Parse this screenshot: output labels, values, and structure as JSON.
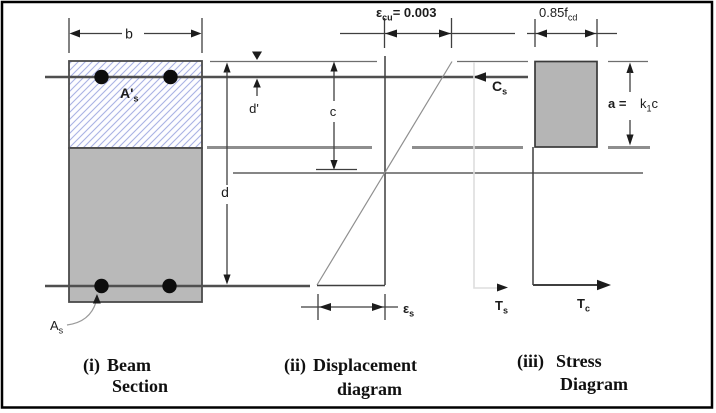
{
  "figure_type": "reinforced-concrete-beam-section-strain-stress-diagram",
  "captions": {
    "beam": {
      "num": "(i)",
      "line1": "Beam",
      "line2": "Section"
    },
    "displacement": {
      "num": "(ii)",
      "line1": "Displacement",
      "line2": "diagram"
    },
    "stress": {
      "num": "(iii)",
      "line1": "Stress",
      "line2": "Diagram"
    }
  },
  "beam": {
    "width_dim": "b",
    "comp_steel": {
      "main": "A'",
      "sub": "s"
    },
    "tension_steel": {
      "main": "A",
      "sub": "s"
    },
    "dims": {
      "d_prime": "d'",
      "c": "c",
      "d": "d"
    }
  },
  "strain": {
    "top": {
      "eps": "ε",
      "sub": "cu",
      "value": "= 0.003"
    },
    "bottom": {
      "eps": "ε",
      "sub": "s"
    }
  },
  "stress": {
    "block_label": {
      "main": "0.85f",
      "sub": "cd"
    },
    "depth": {
      "lhs": "a =",
      "k": "k",
      "k_sub": "1",
      "c": "c"
    }
  },
  "forces": {
    "cs": {
      "main": "C",
      "sub": "s"
    },
    "ts": {
      "main": "T",
      "sub": "s"
    },
    "tc": {
      "main": "T",
      "sub": "c"
    }
  },
  "colors": {
    "hatch_blue": "#a9b2e4",
    "concrete_gray": "#b9b9b9",
    "stress_block_gray": "#b5b5b5",
    "line_dark": "#3f3f3f",
    "line_gray": "#8e8e8e",
    "faint_line": "#dedede",
    "frame": "#000000"
  }
}
